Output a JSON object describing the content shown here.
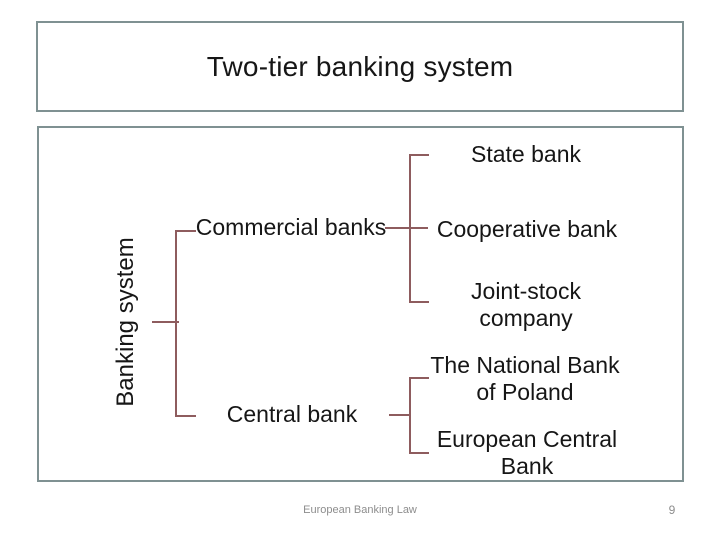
{
  "slide": {
    "title": "Two-tier banking system",
    "footer": "European Banking Law",
    "page_number": "9"
  },
  "diagram": {
    "root_label": "Banking system",
    "branches": [
      {
        "label": "Commercial banks",
        "children": [
          {
            "label": "State bank"
          },
          {
            "label": "Cooperative bank"
          },
          {
            "label": "Joint-stock\ncompany"
          }
        ]
      },
      {
        "label": "Central bank",
        "children": [
          {
            "label": "The National Bank\nof Poland"
          },
          {
            "label": "European Central\nBank"
          }
        ]
      }
    ]
  },
  "colors": {
    "connector": "#8e5c5e",
    "border": "#7f9192",
    "text": "#161616",
    "footer": "#8d8d8d",
    "bg": "#ffffff"
  }
}
